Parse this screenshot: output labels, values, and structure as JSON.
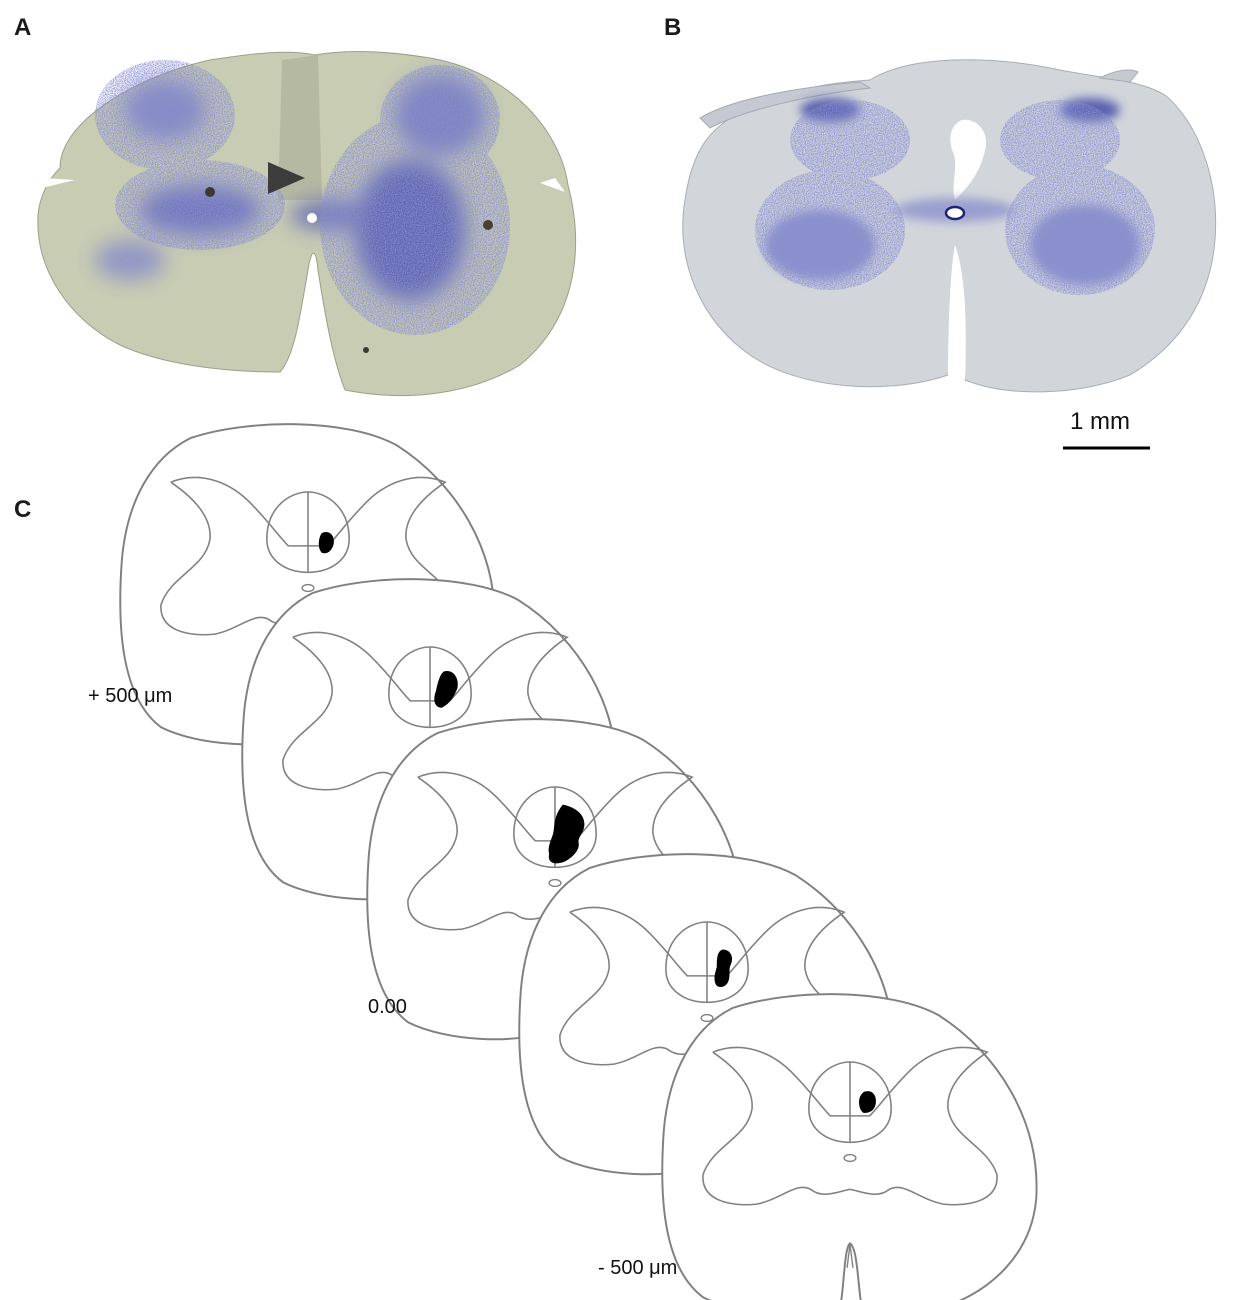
{
  "panels": {
    "a": {
      "label": "A"
    },
    "b": {
      "label": "B"
    },
    "c": {
      "label": "C"
    }
  },
  "scale_bar": {
    "label": "1 mm"
  },
  "depth_labels": {
    "plus": "+ 500 μm",
    "zero": "0.00",
    "minus": "- 500 μm"
  },
  "colors": {
    "stain": "#4a4fb0",
    "tissue": "#c9ccb4",
    "tissue_b": "#d2d6dc",
    "outline": "#808080",
    "lesion": "#000000"
  }
}
